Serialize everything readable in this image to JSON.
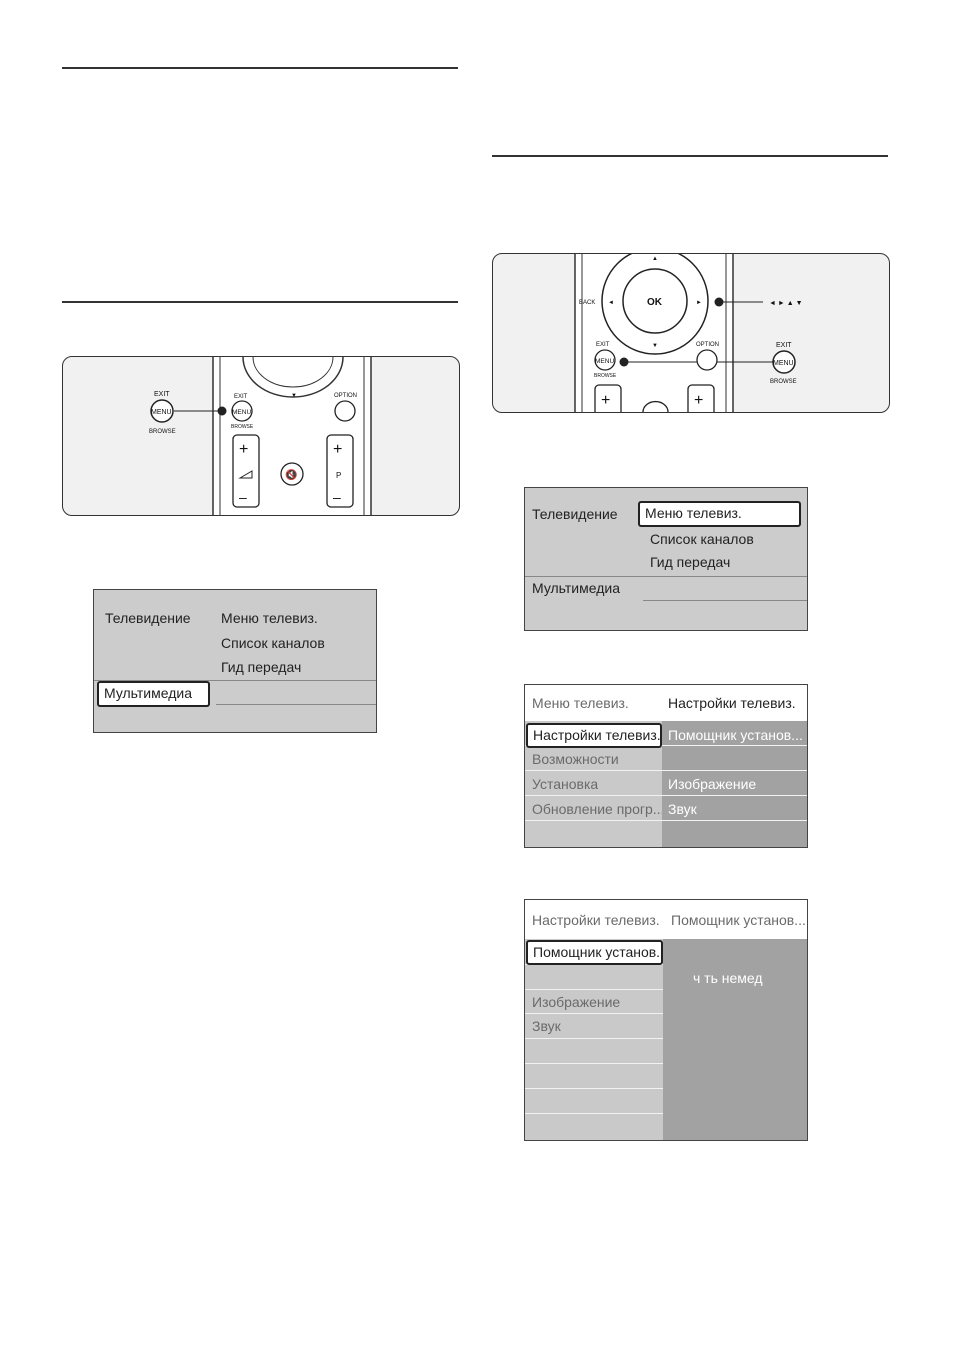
{
  "remote_left": {
    "exit": "EXIT",
    "menu": "MENU",
    "browse": "BROWSE",
    "option": "OPTION",
    "plus": "+",
    "minus": "–",
    "p": "P",
    "down_arrow": "▼"
  },
  "remote_right": {
    "ok": "OK",
    "back": "BACK",
    "exit": "EXIT",
    "menu": "MENU",
    "browse": "BROWSE",
    "option": "OPTION",
    "arrows": "◄ ► ▲ ▼",
    "up": "▲",
    "down": "▼",
    "left": "◄",
    "right": "►",
    "plus": "+"
  },
  "menu1": {
    "left": [
      "Телевидение",
      "Мультимедиа"
    ],
    "right": [
      "Меню телевиз.",
      "Список каналов",
      "Гид передач"
    ]
  },
  "menu2": {
    "left": [
      "Телевидение",
      "Мультимедиа"
    ],
    "right": [
      "Меню телевиз.",
      "Список каналов",
      "Гид передач"
    ]
  },
  "menu3": {
    "header_left": "Меню телевиз.",
    "header_right": "Настройки телевиз.",
    "left": [
      "Настройки телевиз.",
      "Возможности",
      "Установка",
      "Обновление прогр..."
    ],
    "right": [
      "Помощник установ...",
      "Изображение",
      "Звук"
    ]
  },
  "menu4": {
    "header_left": "Настройки телевиз.",
    "header_right": "Помощник установ...",
    "left": [
      "Помощник установ...",
      "Изображение",
      "Звук"
    ],
    "panel_text": "ч  ть немед"
  }
}
